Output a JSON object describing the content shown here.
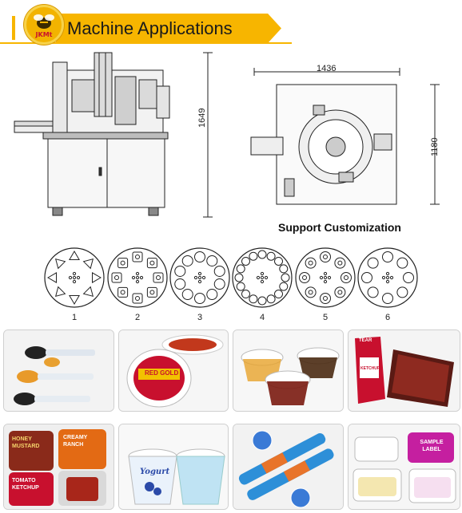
{
  "header": {
    "logo_text": "JKMt",
    "title": "Machine Applications"
  },
  "drawings": {
    "height_dim": "1649",
    "width_dim": "1436",
    "depth_dim": "1180",
    "caption": "Support Customization"
  },
  "wheels": [
    {
      "label": "1",
      "holes": 8,
      "shape": "triangle"
    },
    {
      "label": "2",
      "holes": 8,
      "shape": "square"
    },
    {
      "label": "3",
      "holes": 10,
      "shape": "circle"
    },
    {
      "label": "4",
      "holes": 16,
      "shape": "circle"
    },
    {
      "label": "5",
      "holes": 8,
      "shape": "circle-tab"
    },
    {
      "label": "6",
      "holes": 8,
      "shape": "circle"
    }
  ],
  "products": {
    "row1": [
      {
        "name": "spoon-packs",
        "labels": []
      },
      {
        "name": "sauce-cup",
        "labels": [
          "RED GOLD"
        ]
      },
      {
        "name": "portion-cups",
        "labels": []
      },
      {
        "name": "ketchup-pouches",
        "labels": [
          "TEAR",
          "KETCHUP"
        ]
      }
    ],
    "row2": [
      {
        "name": "dual-dip-cups",
        "labels": [
          "HONEY MUSTARD",
          "CREAMY RANCH",
          "TOMATO KETCHUP"
        ]
      },
      {
        "name": "yogurt-cups",
        "labels": [
          "Yogurt"
        ]
      },
      {
        "name": "tube-sticks",
        "labels": []
      },
      {
        "name": "label-trays",
        "labels": [
          "SAMPLE LABEL"
        ]
      }
    ]
  }
}
